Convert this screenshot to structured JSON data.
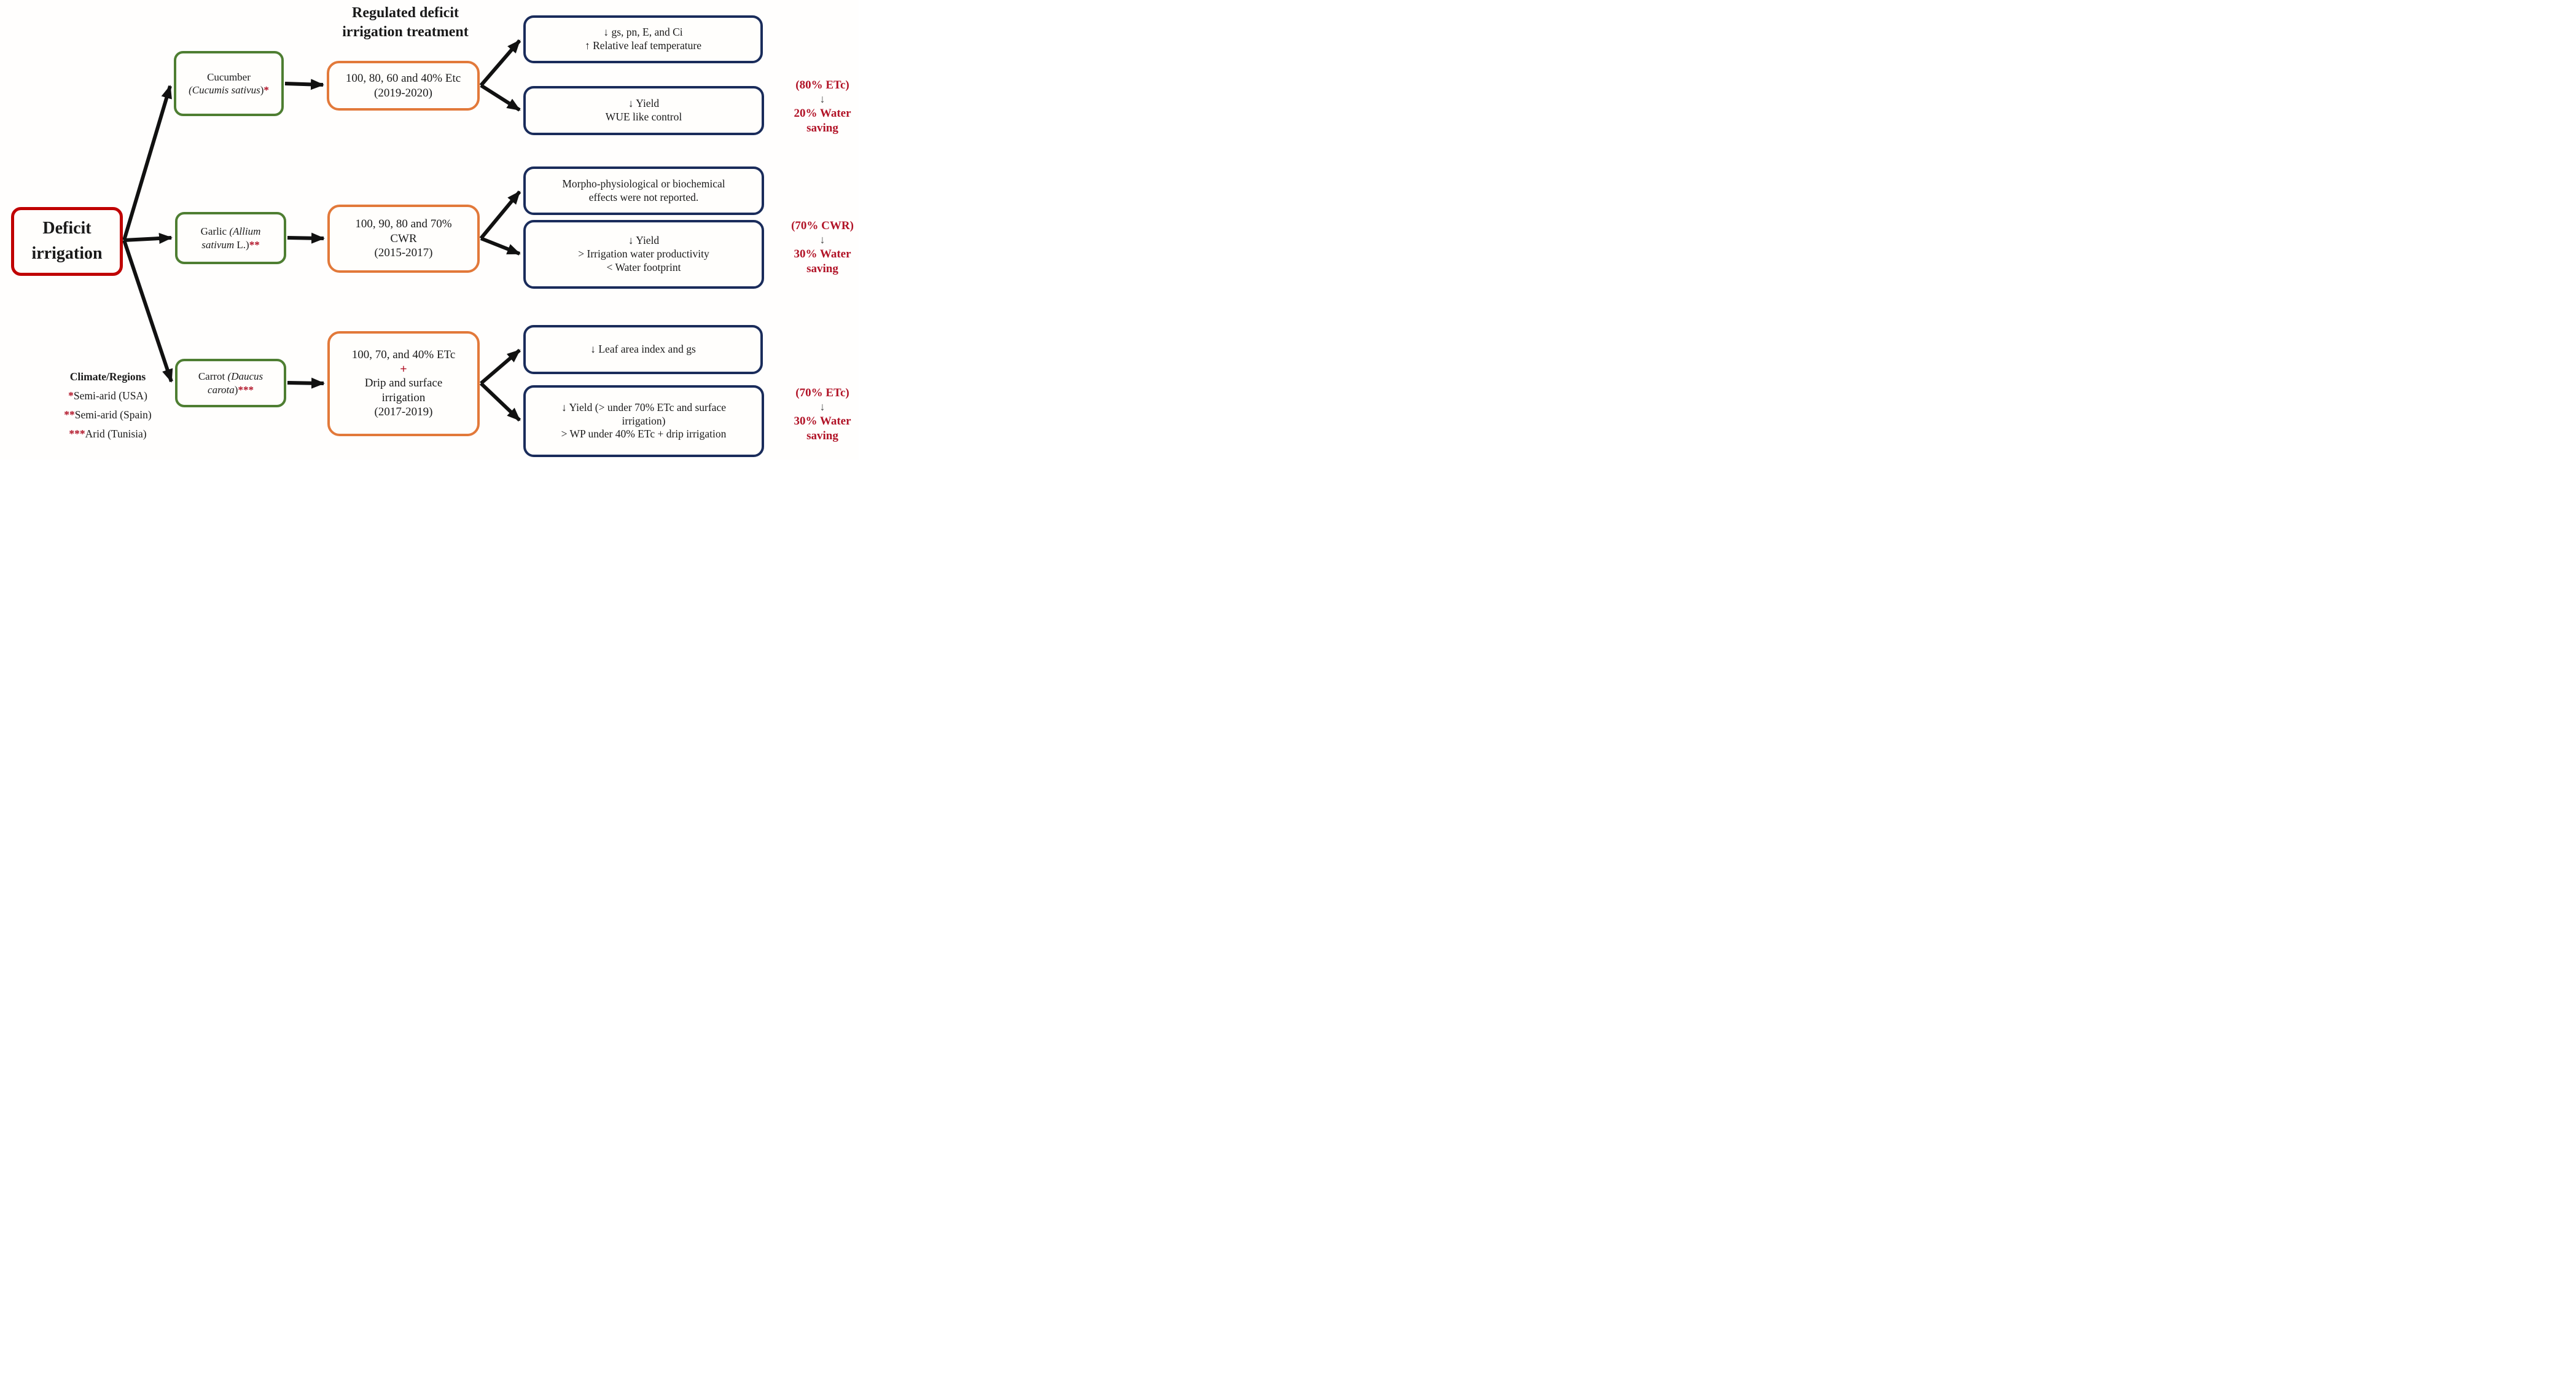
{
  "header": {
    "line1": "Regulated deficit",
    "line2": "irrigation treatment"
  },
  "root": {
    "line1": "Deficit",
    "line2": "irrigation"
  },
  "crops": [
    {
      "name": "Cucumber ",
      "species_italic": "(Cucumis sativus",
      "species_roman": ")",
      "asterisks": "*"
    },
    {
      "name": "Garlic ",
      "species_italic": "(Allium sativum",
      "species_roman": " L.)",
      "asterisks": "**"
    },
    {
      "name": "Carrot ",
      "species_italic": "(Daucus carota",
      "species_roman": ")",
      "asterisks": "***"
    }
  ],
  "treatments": [
    {
      "lines": [
        "100, 80, 60 and 40% Etc",
        "(2019-2020)"
      ]
    },
    {
      "lines": [
        "100, 90, 80 and 70%",
        "CWR",
        "(2015-2017)"
      ]
    },
    {
      "top_line": "100, 70, and 40% ETc",
      "plus_sign": "+",
      "lines": [
        "Drip and surface",
        "irrigation",
        "(2017-2019)"
      ]
    }
  ],
  "outcomes": [
    {
      "lines": [
        "↓ gs, pn, E, and Ci",
        "↑ Relative leaf temperature"
      ]
    },
    {
      "lines": [
        "↓ Yield",
        "WUE like control"
      ]
    },
    {
      "lines": [
        "Morpho-physiological or biochemical",
        "effects were not reported."
      ]
    },
    {
      "lines": [
        "↓ Yield",
        "> Irrigation water productivity",
        "< Water footprint"
      ]
    },
    {
      "lines": [
        "↓ Leaf area index and gs"
      ]
    },
    {
      "lines": [
        "↓ Yield (> under 70% ETc and surface",
        "irrigation)",
        "> WP under 40% ETc + drip irrigation"
      ]
    }
  ],
  "annotations": [
    {
      "condition": "(80% ETc)",
      "arrow": "↓",
      "result_line1": "20% Water",
      "result_line2": "saving"
    },
    {
      "condition": "(70% CWR)",
      "arrow": "↓",
      "result_line1": "30% Water",
      "result_line2": "saving"
    },
    {
      "condition": "(70% ETc)",
      "arrow": "↓",
      "result_line1": "30% Water",
      "result_line2": "saving"
    }
  ],
  "legend": {
    "title": "Climate/Regions",
    "items": [
      {
        "ast": "*",
        "text": "Semi-arid (USA)"
      },
      {
        "ast": "**",
        "text": "Semi-arid (Spain)"
      },
      {
        "ast": "***",
        "text": "Arid (Tunisia)"
      }
    ]
  },
  "colors": {
    "root_border": "#c00000",
    "crop_border": "#4e7e32",
    "treatment_border": "#e2793a",
    "outcome_border": "#1a2c5b",
    "annotation_text": "#b11226",
    "annotation_arrow": "#444444",
    "arrow": "#111111"
  }
}
